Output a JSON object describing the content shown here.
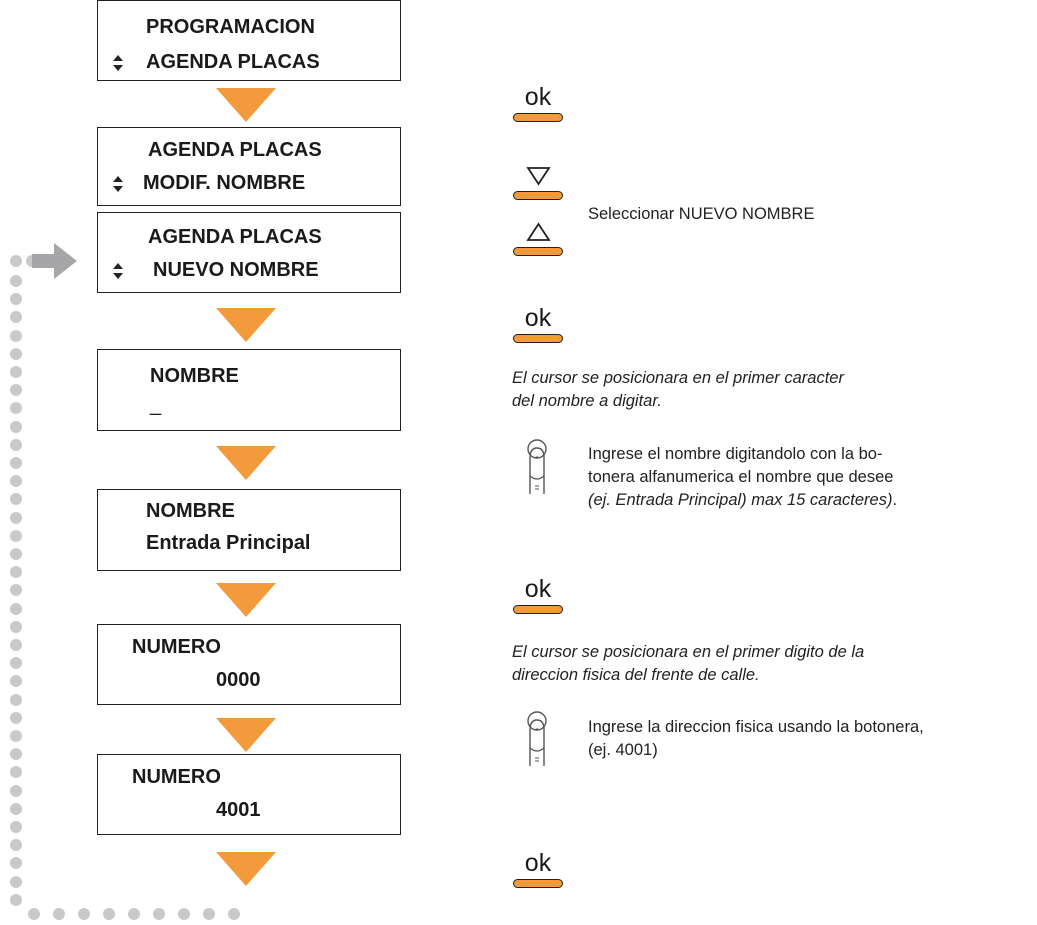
{
  "screens": [
    {
      "line1": "PROGRAMACION",
      "line2": "AGENDA PLACAS"
    },
    {
      "line1": "AGENDA PLACAS",
      "line2": "MODIF. NOMBRE"
    },
    {
      "line1": "AGENDA PLACAS",
      "line2": "NUEVO NOMBRE"
    },
    {
      "line1": "NOMBRE",
      "line2": "_"
    },
    {
      "line1": "NOMBRE",
      "line2": "Entrada Principal"
    },
    {
      "line1": "NUMERO",
      "line2": "0000"
    },
    {
      "line1": "NUMERO",
      "line2": "4001"
    }
  ],
  "buttons": {
    "ok_label": "ok"
  },
  "notes": {
    "select_new_name": "Seleccionar NUEVO NOMBRE",
    "cursor_name_line1": "El cursor se posicionara en el primer caracter",
    "cursor_name_line2": "del nombre a digitar.",
    "enter_name_line1": "Ingrese el nombre digitandolo con la bo-",
    "enter_name_line2": "tonera alfanumerica el nombre que desee",
    "enter_name_line3_italic": "(ej. Entrada Principal) max 15 caracteres)",
    "enter_name_line3_end": ".",
    "cursor_addr_line1": "El cursor se posicionara en el primer digito de la",
    "cursor_addr_line2": "direccion fisica del frente de calle.",
    "enter_addr_line1": "Ingrese la direccion fisica usando la botonera,",
    "enter_addr_line2": "(ej. 4001)"
  },
  "colors": {
    "accent": "#f39a3c",
    "loop_dots": "#c9c9cb",
    "loop_arrow": "#a6a6a8"
  },
  "icons": [
    "up-down-arrows-icon",
    "down-triangle-icon",
    "up-triangle-icon",
    "finger-press-icon",
    "loop-arrow-icon"
  ]
}
